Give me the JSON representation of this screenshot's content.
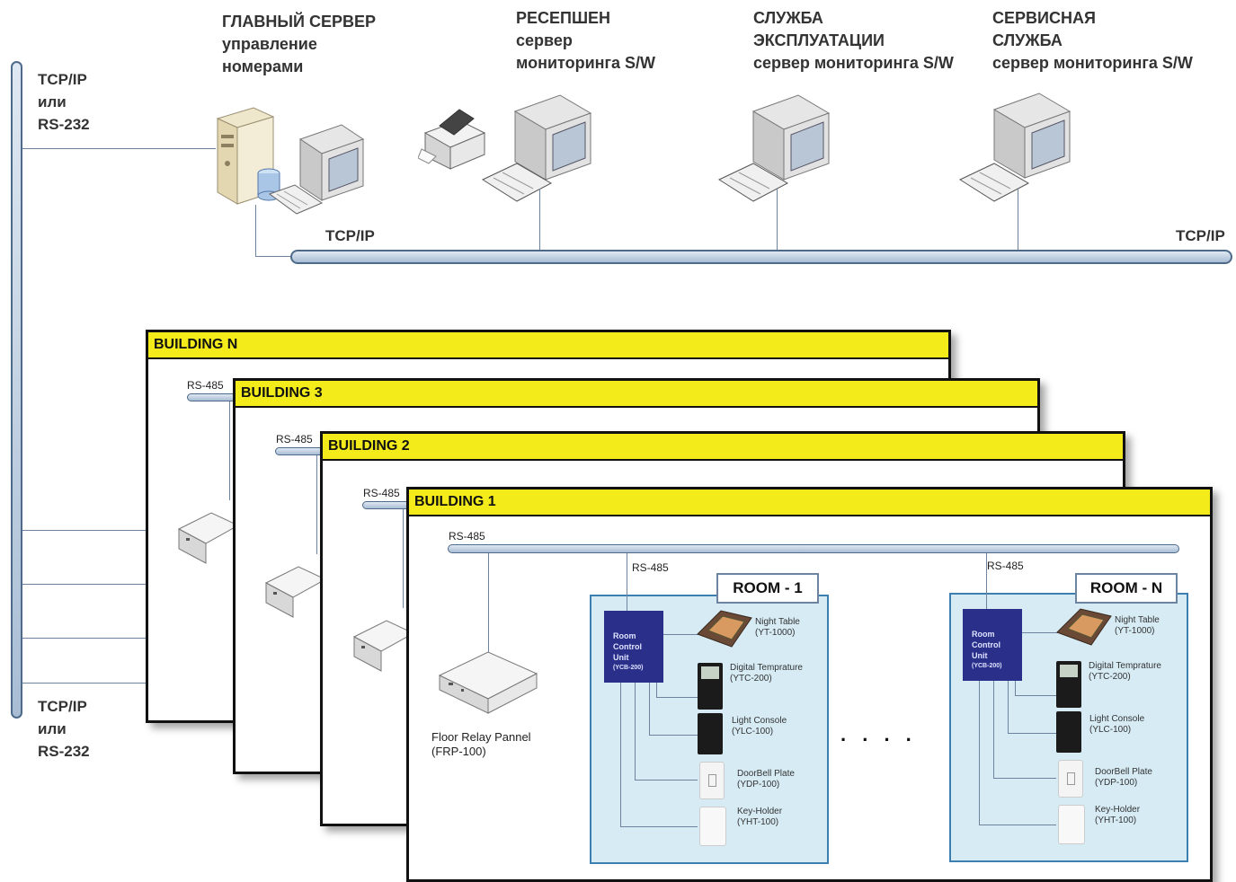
{
  "top": {
    "main_server": [
      "ГЛАВНЫЙ СЕРВЕР",
      "управление",
      "номерами"
    ],
    "reception": [
      "РЕСЕПШЕН",
      "сервер",
      "мониторинга S/W"
    ],
    "maintenance": [
      "СЛУЖБА",
      "ЭКСПЛУАТАЦИИ",
      "сервер мониторинга S/W"
    ],
    "service": [
      "СЕРВИСНАЯ",
      "СЛУЖБА",
      "сервер мониторинга S/W"
    ],
    "tcpip_left": "TCP/IP",
    "tcpip_right": "TCP/IP"
  },
  "left_bus": {
    "top_label": [
      "TCP/IP",
      "или",
      "RS-232"
    ],
    "bottom_label": [
      "TCP/IP",
      "или",
      "RS-232"
    ]
  },
  "buildings": [
    {
      "title": "BUILDING N",
      "rs_label": "RS-485"
    },
    {
      "title": "BUILDING 3",
      "rs_label": "RS-485"
    },
    {
      "title": "BUILDING 2",
      "rs_label": "RS-485"
    },
    {
      "title": "BUILDING 1",
      "rs_label": "RS-485"
    }
  ],
  "building1": {
    "floor_relay": [
      "Floor Relay Pannel",
      "(FRP-100)"
    ],
    "ellipsis": ". . . .",
    "rooms": [
      {
        "title": "ROOM - 1",
        "rs_label": "RS-485",
        "rcu": [
          "Room",
          "Control",
          "Unit",
          "(YCB-200)"
        ],
        "devices": [
          [
            "Night Table",
            "(YT-1000)"
          ],
          [
            "Digital Temprature",
            "(YTC-200)"
          ],
          [
            "Light Console",
            "(YLC-100)"
          ],
          [
            "DoorBell Plate",
            "(YDP-100)"
          ],
          [
            "Key-Holder",
            "(YHT-100)"
          ]
        ]
      },
      {
        "title": "ROOM - N",
        "rs_label": "RS-485",
        "rcu": [
          "Room",
          "Control",
          "Unit",
          "(YCB-200)"
        ],
        "devices": [
          [
            "Night Table",
            "(YT-1000)"
          ],
          [
            "Digital Temprature",
            "(YTC-200)"
          ],
          [
            "Light Console",
            "(YLC-100)"
          ],
          [
            "DoorBell Plate",
            "(YDP-100)"
          ],
          [
            "Key-Holder",
            "(YHT-100)"
          ]
        ]
      }
    ]
  },
  "icons": [
    "server-tower-icon",
    "database-icon",
    "monitor-icon",
    "keyboard-icon",
    "printer-icon",
    "relay-box-icon",
    "night-table-icon",
    "thermostat-icon",
    "light-console-icon",
    "doorbell-icon",
    "key-holder-icon"
  ],
  "colors": {
    "bus_fill": "#a8bdd4",
    "bus_border": "#4e6a8a",
    "building_header": "#f3ec1a",
    "room_fill": "#d6ebf4",
    "rcu_fill": "#2a2f8a"
  }
}
